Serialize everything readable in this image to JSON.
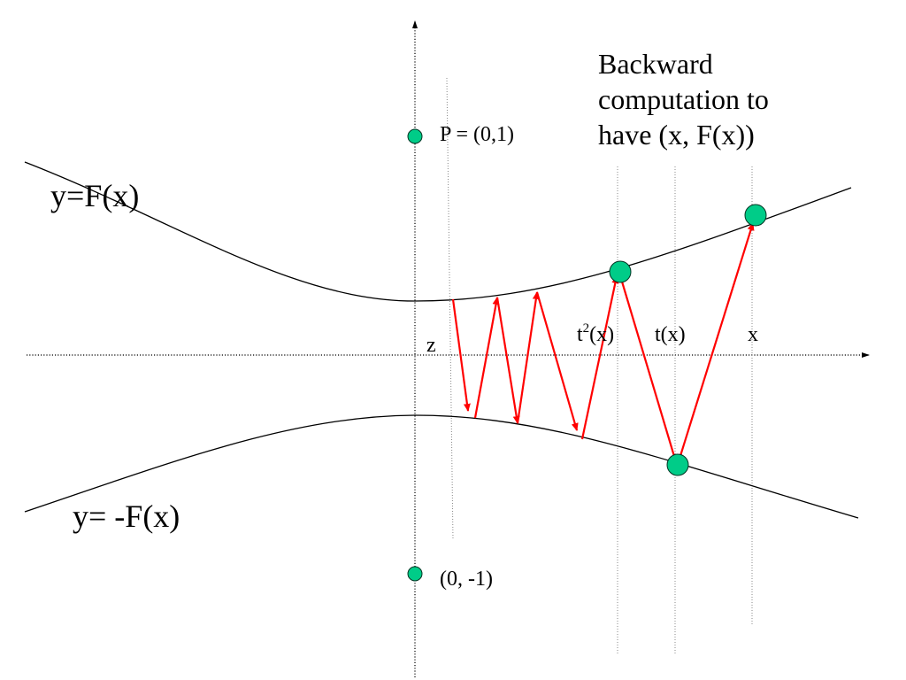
{
  "colors": {
    "curve": "#000000",
    "axis": "#000000",
    "guide": "#888888",
    "arrow": "#ff0000",
    "point_fill": "#00cc88",
    "point_stroke": "#003322"
  },
  "labels": {
    "upper_curve": "y=F(x)",
    "lower_curve": "y= -F(x)",
    "point_p": "P = (0,1)",
    "point_neg": "(0, -1)",
    "z": "z",
    "t2_base": "t",
    "t2_sup": "2",
    "t2_arg": "(x)",
    "t1": "t(x)",
    "x": "x"
  },
  "title": {
    "line1": "Backward",
    "line2": "computation to",
    "line3": "have (x, F(x))"
  }
}
